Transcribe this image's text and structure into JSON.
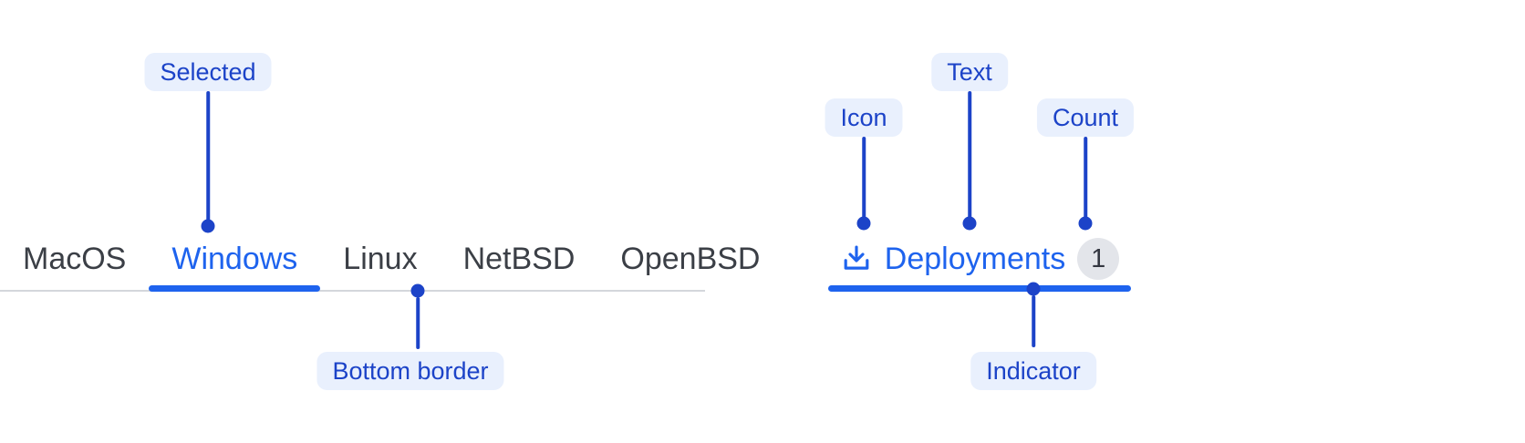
{
  "annotations": {
    "selected": "Selected",
    "bottom_border": "Bottom border",
    "icon": "Icon",
    "text": "Text",
    "count": "Count",
    "indicator": "Indicator"
  },
  "tabs": {
    "items": [
      {
        "label": "MacOS",
        "selected": false
      },
      {
        "label": "Windows",
        "selected": true
      },
      {
        "label": "Linux",
        "selected": false
      },
      {
        "label": "NetBSD",
        "selected": false
      },
      {
        "label": "OpenBSD",
        "selected": false
      }
    ]
  },
  "tab_anatomy": {
    "icon": "download-icon",
    "label": "Deployments",
    "count": "1"
  },
  "colors": {
    "accent_blue": "#1e63ee",
    "annotation_blue": "#1c43c8",
    "annotation_pill_bg": "#e9f0fd",
    "tab_text": "#3b3f46",
    "bottom_border_gray": "#d4d7dc",
    "badge_bg": "#e3e5ea",
    "badge_text": "#343741"
  }
}
